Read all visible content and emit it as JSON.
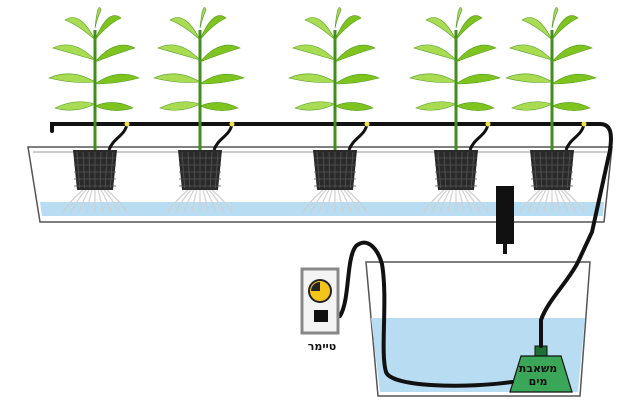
{
  "labels": {
    "timer": "טיימר",
    "pump_line1": "משאבת",
    "pump_line2": "מים"
  },
  "plants": [
    {
      "id": "plant-1"
    },
    {
      "id": "plant-2"
    },
    {
      "id": "plant-3"
    },
    {
      "id": "plant-4"
    },
    {
      "id": "plant-5"
    }
  ],
  "colors": {
    "leaf": "#7fc31f",
    "leaf_light": "#a9dc52",
    "stem": "#3f8f1a",
    "pot": "#2a2a2a",
    "root": "#cfcfcf",
    "water": "#b8dcf2",
    "tube": "#111111",
    "pump": "#3aa657",
    "timer_face": "#f3c419",
    "emitter_tip": "#f0e24a"
  },
  "icons": {
    "timer": "timer-icon",
    "pump": "water-pump-icon",
    "drip": "water-drops-icon"
  }
}
